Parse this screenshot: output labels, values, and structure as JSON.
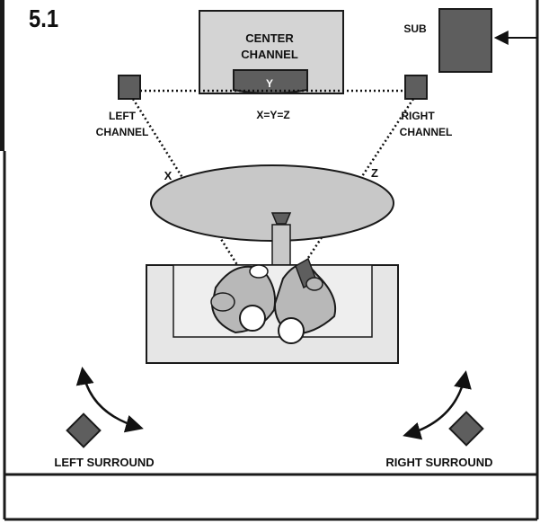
{
  "diagram": {
    "title": "5.1",
    "center_channel_line1": "CENTER",
    "center_channel_line2": "CHANNEL",
    "y_label": "Y",
    "equation": "X=Y=Z",
    "sub_label": "SUB",
    "left_channel_line1": "LEFT",
    "left_channel_line2": "CHANNEL",
    "right_channel_line1": "RIGHT",
    "right_channel_line2": "CHANNEL",
    "x_label": "X",
    "z_label": "Z",
    "left_surround_label": "LEFT SURROUND",
    "right_surround_label": "RIGHT SURROUND"
  },
  "colors": {
    "speaker_fill": "#5e5e5e",
    "tv_fill": "#d4d4d4",
    "table_fill": "#c8c8c8",
    "sofa_fill": "#e6e6e6",
    "person_fill": "#b8b8b8",
    "frame": "#1a1a1a"
  },
  "icons": {
    "left_surround_arrow": "curved-double-arrow-icon",
    "right_surround_arrow": "curved-double-arrow-icon",
    "sub_input_arrow": "arrow-left-icon"
  }
}
